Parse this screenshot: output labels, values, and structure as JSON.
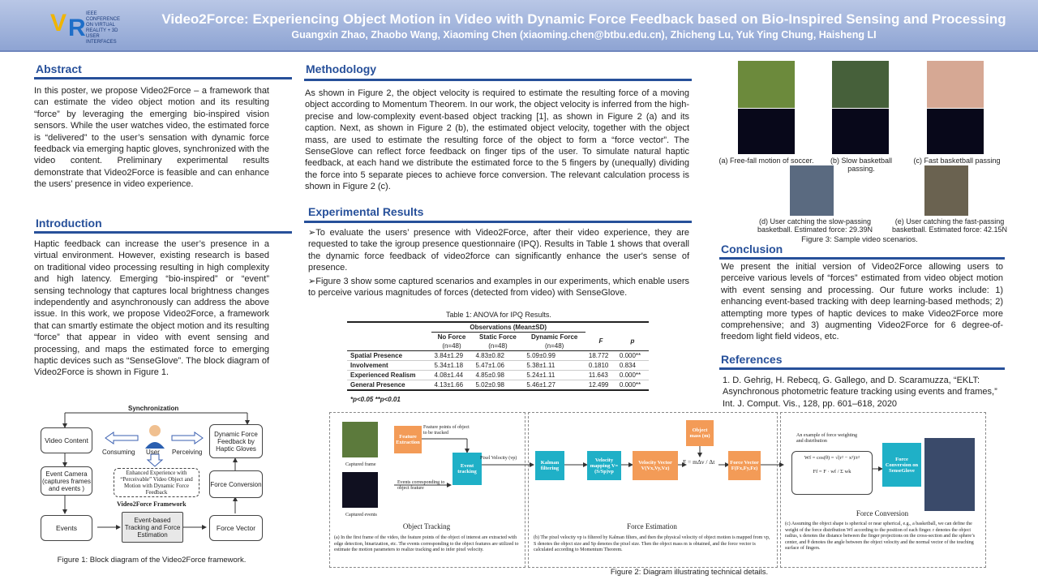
{
  "header": {
    "title": "Video2Force: Experiencing Object Motion in Video with Dynamic Force Feedback based on Bio-Inspired Sensing and Processing",
    "authors": "Guangxin Zhao, Zhaobo Wang, Xiaoming Chen (xiaoming.chen@btbu.edu.cn), Zhicheng Lu, Yuk Ying Chung, Haisheng LI",
    "logo_text": "IEEE CONFERENCE ON VIRTUAL REALITY + 3D USER INTERFACES"
  },
  "abstract": {
    "title": "Abstract",
    "text": "In this poster, we propose Video2Force – a framework that can estimate the video object motion and its resulting “force” by leveraging the emerging bio-inspired vision sensors. While the user watches video, the estimated force is “delivered” to the user’s sensation with dynamic force feedback via emerging haptic gloves, synchronized with the video content. Preliminary experimental results demonstrate that Video2Force is feasible and can enhance the users’ presence in video experience."
  },
  "introduction": {
    "title": "Introduction",
    "text": "Haptic feedback can increase the user’s presence in a virtual environment. However, existing research is based on traditional video processing resulting in high complexity and high latency. Emerging “bio-inspired” or “event” sensing technology that captures local brightness changes independently and asynchronously can address the above issue. In this work, we propose Video2Force, a framework that can smartly estimate the object motion and its resulting “force” that appear in video with event sensing and processing, and maps the estimated force to emerging haptic devices such as “SenseGlove”. The block diagram of Video2Force is shown in Figure 1."
  },
  "figure1": {
    "sync": "Synchronization",
    "video_content": "Video Content",
    "consuming": "Consuming",
    "user": "User",
    "perceiving": "Perceiving",
    "dynamic_force": "Dynamic Force Feedback by Haptic Gloves",
    "enhanced": "Enhanced Experience with “Perceivable” Video Object and Motion with Dynamic Force Feedback",
    "framework": "Video2Force Framework",
    "event_camera": "Event Camera (captures frames and events )",
    "force_conversion": "Force Conversion",
    "events": "Events",
    "tracking": "Event-based Tracking and Force Estimation",
    "force_vector": "Force Vector",
    "caption": "Figure 1: Block diagram of the Video2Force framework."
  },
  "methodology": {
    "title": "Methodology",
    "text": "As shown in Figure 2, the object velocity is required to estimate the resulting force of a moving object according to Momentum Theorem. In our work, the object velocity is inferred from the high-precise and low-complexity event-based object tracking [1], as shown in Figure 2 (a) and its caption. Next, as shown in Figure 2 (b), the estimated object velocity, together with the object mass, are used to estimate the resulting force of the object to form a “force vector”. The SenseGlove can reflect force feedback on finger tips of the user. To simulate natural haptic feedback, at each hand we distribute the estimated force to the 5 fingers by (unequally) dividing the force into 5 separate pieces to achieve force conversion. The relevant calculation process is shown in Figure 2 (c)."
  },
  "results": {
    "title": "Experimental Results",
    "bullet1": "To evaluate the users’ presence with Video2Force, after their video experience, they are requested to take the igroup presence questionnaire (IPQ). Results in Table 1 shows that overall the dynamic force feedback of video2force can significantly enhance the user's sense of presence.",
    "bullet2": "Figure 3 show some captured scenarios and examples in our experiments, which enable users to perceive various magnitudes of forces (detected from video) with SenseGlove."
  },
  "table1": {
    "caption": "Table 1: ANOVA for IPQ Results.",
    "group_header": "Observations (Mean±SD)",
    "columns": [
      "No Force",
      "Static Force",
      "Dynamic Force",
      "F",
      "p"
    ],
    "ns": [
      "(n=48)",
      "(n=48)",
      "(n=48)"
    ],
    "rows": [
      {
        "label": "Spatial Presence",
        "c1": "3.84±1.29",
        "c2": "4.83±0.82",
        "c3": "5.09±0.99",
        "f": "18.772",
        "p": "0.000**"
      },
      {
        "label": "Involvement",
        "c1": "5.34±1.18",
        "c2": "5.47±1.06",
        "c3": "5.38±1.11",
        "f": "0.1810",
        "p": "0.834"
      },
      {
        "label": "Experienced Realism",
        "c1": "4.08±1.44",
        "c2": "4.85±0.98",
        "c3": "5.24±1.11",
        "f": "11.643",
        "p": "0.000**"
      },
      {
        "label": "General Presence",
        "c1": "4.13±1.66",
        "c2": "5.02±0.98",
        "c3": "5.46±1.27",
        "f": "12.499",
        "p": "0.000**"
      }
    ],
    "footnote": "*p<0.05 **p<0.01"
  },
  "figure2": {
    "a_title": "Object Tracking",
    "captured_frame": "Captured frame",
    "captured_events": "Captured events",
    "feature_extraction": "Feature Extraction",
    "feature_points": "Feature points of object to be tracked",
    "events_corr": "Events corresponding to object feature",
    "event_tracking": "Event tracking",
    "pixel_velocity": "Pixel Velocity (vp)",
    "a_note": "(a) In the first frame of the video, the feature points of the object of interest are extracted with edge detection, binarization, etc. The events corresponding to the object features are utilized to estimate the motion parameters to realize tracking and to infer pixel velocity.",
    "b_title": "Force Estimation",
    "kalman": "Kalman filtering",
    "vel_mapping": "Velocity mapping V=(S/Sp)vp",
    "vel_vector": "Velocity Vector V(Vx,Vy,Vz)",
    "object_mass": "Object mass (m)",
    "formula": "F = mΔv / Δt",
    "force_vector": "Force Vector F(Fx,Fy,Fz)",
    "b_note": "(b) The pixel velocity vp is filtered by Kalman filters, and then the physical velocity of object motion is mapped from vp, S denotes the object size and Sp denotes the pixel size. Then the object mass m is obtained, and the force vector is calculated according to Momentum Theorem.",
    "c_title": "Force Conversion",
    "c_example": "An example of force weighting and distribution",
    "c_formula1": "Wf = cos(θ) = √(r² − x²)/r²",
    "c_formula2": "Ff = F · wf / Σ wk",
    "c_box": "Force Conversion on SenseGlove",
    "c_note": "(c) Assuming the object shape is spherical or near spherical, e.g., a basketball, we can define the weight of the force distribution Wf according to the position of each finger. r denotes the object radius, x denotes the distance between the finger projections on the cross-section and the sphere’s center, and θ denotes the angle between the object velocity and the normal vector of the touching surface of fingers.",
    "caption": "Figure 2: Diagram illustrating technical details."
  },
  "figure3": {
    "a": "(a) Free-fall motion of soccer.",
    "b": "(b) Slow basketball passing.",
    "c": "(c) Fast basketball passing",
    "d": "(d) User catching the slow-passing basketball. Estimated force: 29.39N",
    "e": "(e) User catching the fast-passing basketball. Estimated force: 42.15N",
    "caption": "Figure 3: Sample video scenarios."
  },
  "conclusion": {
    "title": "Conclusion",
    "text": "We present the initial version of Video2Force allowing users to perceive various levels of “forces” estimated from video object motion with event sensing and processing. Our future works include: 1) enhancing event-based tracking with deep learning-based methods; 2) attempting more types of haptic devices to make Video2Force more comprehensive; and 3) augmenting Video2Force for 6 degree-of-freedom light field videos, etc."
  },
  "references": {
    "title": "References",
    "ref1": "1. D. Gehrig, H. Rebecq, G. Gallego, and D. Scaramuzza, “EKLT: Asynchronous photometric feature tracking using events and frames,” Int. J. Comput. Vis., 128, pp. 601–618, 2020"
  },
  "colors": {
    "accent": "#27509a",
    "orange": "#f39b57",
    "teal": "#1fb0c7"
  }
}
